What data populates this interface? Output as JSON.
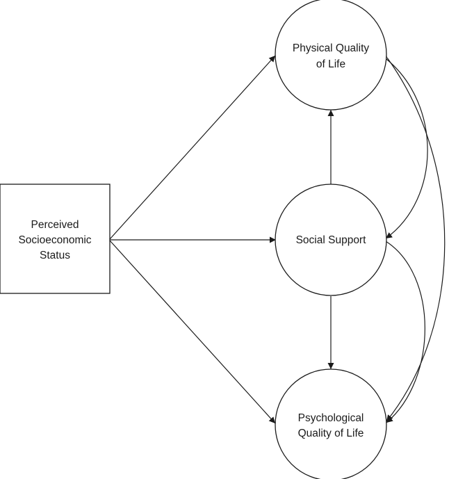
{
  "diagram": {
    "nodes": {
      "ses": {
        "lines": [
          "Perceived",
          "Socioeconomic",
          "Status"
        ]
      },
      "physical": {
        "lines": [
          "Physical Quality",
          "of Life"
        ]
      },
      "social": {
        "lines": [
          "Social Support"
        ]
      },
      "psych": {
        "lines": [
          "Psychological",
          "Quality of Life"
        ]
      }
    },
    "paths": [
      {
        "from": "ses",
        "to": "physical",
        "kind": "directed"
      },
      {
        "from": "ses",
        "to": "social",
        "kind": "directed"
      },
      {
        "from": "ses",
        "to": "psych",
        "kind": "directed"
      },
      {
        "from": "social",
        "to": "physical",
        "kind": "directed"
      },
      {
        "from": "social",
        "to": "psych",
        "kind": "directed"
      },
      {
        "from": "physical",
        "to": "social",
        "kind": "covariance"
      },
      {
        "from": "physical",
        "to": "psych",
        "kind": "covariance"
      },
      {
        "from": "social",
        "to": "psych",
        "kind": "covariance"
      }
    ]
  }
}
